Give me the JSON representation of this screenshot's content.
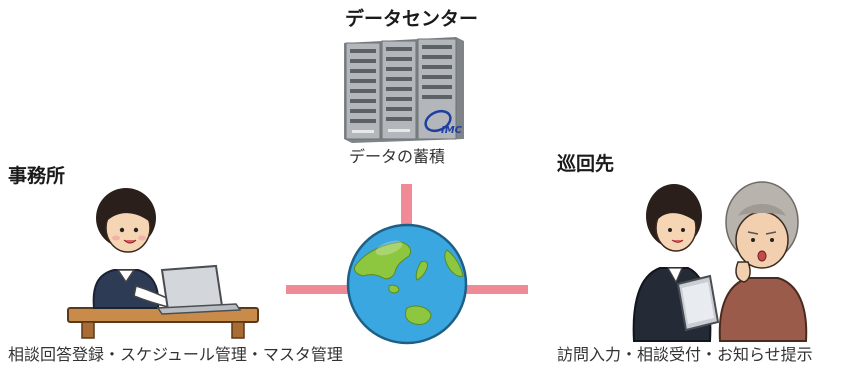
{
  "datacenter": {
    "title": "データセンター",
    "caption": "データの蓄積",
    "logo_text": "IMC"
  },
  "office": {
    "title": "事務所",
    "caption": "相談回答登録・スケジュール管理・マスタ管理"
  },
  "site": {
    "title": "巡回先",
    "caption": "訪問入力・相談受付・お知らせ提示"
  },
  "colors": {
    "connector": "#f08a96",
    "ocean": "#3aa7e0",
    "land": "#8dc63f",
    "server_body": "#9ea2a8",
    "logo": "#1f3fa0"
  },
  "icons": {
    "server": "server-rack-icon",
    "globe": "globe-icon",
    "office_worker": "office-worker-laptop-icon",
    "visit": "caregiver-with-elderly-icon"
  }
}
